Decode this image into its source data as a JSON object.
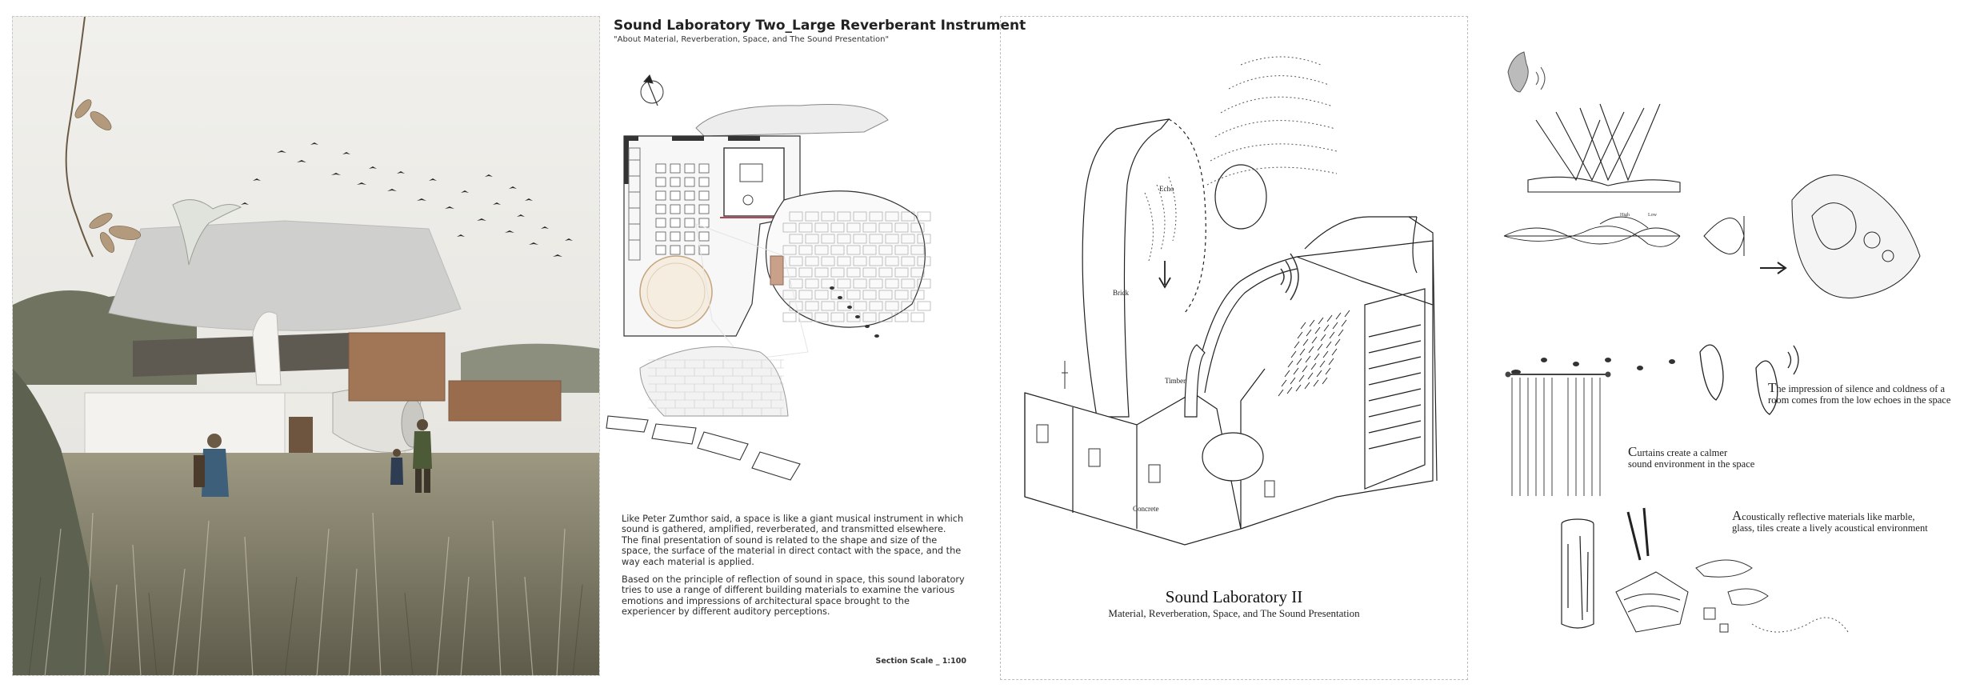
{
  "plan": {
    "title": "Sound Laboratory Two_Large Reverberant Instrument",
    "subtitle": "\"About Material, Reverberation, Space, and The Sound Presentation\"",
    "paragraph1": "Like Peter Zumthor said, a space is like a giant musical instrument in which sound is gathered, amplified, reverberated, and transmitted elsewhere. The final presentation of sound is related to the shape and size of the space, the surface of the material in direct contact with the space, and the way each material is applied.",
    "paragraph2": "Based on the principle of reflection of sound in space, this sound laboratory tries to use a range of different building materials to examine the various emotions and impressions of architectural space brought to the experiencer by different auditory perceptions.",
    "scale": "Section Scale _ 1:100"
  },
  "axonometric": {
    "title": "Sound Laboratory II",
    "subtitle": "Material, Reverberation, Space, and The Sound Presentation",
    "labels": {
      "echo": "Echo",
      "brick": "Brick",
      "timber": "Timber",
      "concrete": "Concrete"
    }
  },
  "notes": {
    "wave_high": "High",
    "wave_low": "Low",
    "impression_cap": "T",
    "impression_line1": "he impression of silence and coldness of a",
    "impression_line2": "room comes from the low echoes in the space",
    "curtain_cap": "C",
    "curtain_line1": "urtains create a calmer",
    "curtain_line2": "sound environment in the space",
    "acoustic_cap": "A",
    "acoustic_line1": "coustically reflective materials like marble,",
    "acoustic_line2": "glass, tiles create a lively acoustical environment"
  },
  "colors": {
    "sky": "#ecebe7",
    "grass": "#8a8672",
    "brick": "#a07657",
    "ink": "#222222"
  }
}
